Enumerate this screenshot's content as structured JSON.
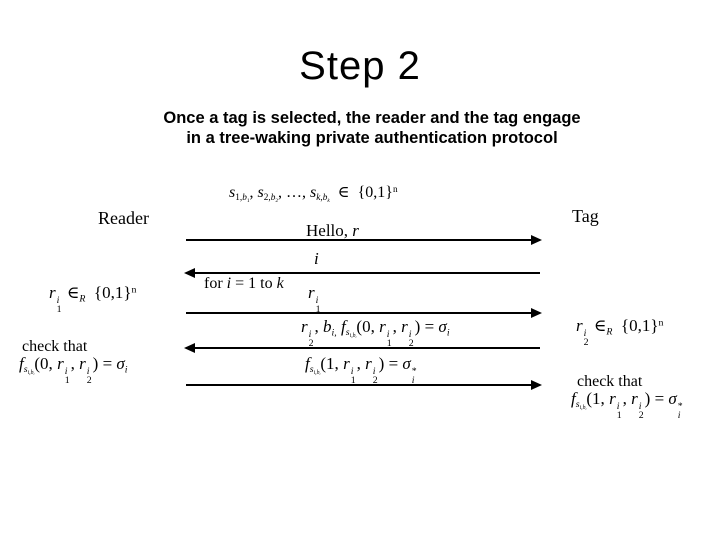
{
  "colors": {
    "background": "#ffffff",
    "text": "#000000"
  },
  "slide": {
    "title": "Step 2",
    "subtitle": [
      "Once a tag is selected, the reader and the tag engage",
      "in a tree-waking private authentication protocol"
    ]
  },
  "protocol": {
    "reader_label": "Reader",
    "tag_label": "Tag",
    "setup": [
      {
        "i": "s"
      },
      {
        "sub": [
          {
            "t": "1,"
          },
          {
            "i": "b"
          },
          {
            "sub": [
              {
                "t": "1"
              }
            ]
          }
        ]
      },
      {
        "t": ", "
      },
      {
        "i": "s"
      },
      {
        "sub": [
          {
            "t": "2,"
          },
          {
            "i": "b"
          },
          {
            "sub": [
              {
                "t": "2"
              }
            ]
          }
        ]
      },
      {
        "t": ", …, "
      },
      {
        "i": "s"
      },
      {
        "sub": [
          {
            "i": "k"
          },
          {
            "t": ","
          },
          {
            "i": "b"
          },
          {
            "sub": [
              {
                "i": "k"
              }
            ]
          }
        ]
      },
      {
        "t": "  ∈  {0,1}"
      },
      {
        "sup": [
          {
            "t": "n"
          }
        ]
      }
    ],
    "loop_label": [
      {
        "t": "for "
      },
      {
        "i": "i"
      },
      {
        "t": " = 1 to "
      },
      {
        "i": "k"
      }
    ],
    "messages": [
      {
        "direction": "right",
        "label": [
          {
            "t": "Hello, "
          },
          {
            "i": "r"
          }
        ]
      },
      {
        "direction": "left",
        "label": [
          {
            "i": "i"
          }
        ]
      },
      {
        "direction": "right",
        "label": [
          {
            "i": "r"
          },
          {
            "stk": {
              "up": [
                {
                  "i": "i"
                }
              ],
              "dn": [
                {
                  "t": "1"
                }
              ]
            }
          }
        ]
      },
      {
        "direction": "left",
        "label": [
          {
            "i": "r"
          },
          {
            "stk": {
              "up": [
                {
                  "i": "i"
                }
              ],
              "dn": [
                {
                  "t": "2"
                }
              ]
            }
          },
          {
            "t": ", "
          },
          {
            "i": "b"
          },
          {
            "sub": [
              {
                "i": "i"
              },
              {
                "t": ","
              }
            ]
          },
          {
            "t": " "
          },
          {
            "i": "f"
          },
          {
            "sub": [
              {
                "i": "s"
              },
              {
                "sub": [
                  {
                    "i": "i"
                  },
                  {
                    "t": ","
                  },
                  {
                    "i": "b"
                  },
                  {
                    "sub": [
                      {
                        "i": "i"
                      }
                    ]
                  }
                ]
              }
            ]
          },
          {
            "t": "(0, "
          },
          {
            "i": "r"
          },
          {
            "stk": {
              "up": [
                {
                  "i": "i"
                }
              ],
              "dn": [
                {
                  "t": "1"
                }
              ]
            }
          },
          {
            "t": ", "
          },
          {
            "i": "r"
          },
          {
            "stk": {
              "up": [
                {
                  "i": "i"
                }
              ],
              "dn": [
                {
                  "t": "2"
                }
              ]
            }
          },
          {
            "t": ") = "
          },
          {
            "i": "σ"
          },
          {
            "sub": [
              {
                "i": "i"
              }
            ]
          }
        ]
      },
      {
        "direction": "right",
        "label": [
          {
            "i": "f"
          },
          {
            "sub": [
              {
                "i": "s"
              },
              {
                "sub": [
                  {
                    "i": "i"
                  },
                  {
                    "t": ","
                  },
                  {
                    "i": "b"
                  },
                  {
                    "sub": [
                      {
                        "i": "i"
                      }
                    ]
                  }
                ]
              }
            ]
          },
          {
            "t": "(1, "
          },
          {
            "i": "r"
          },
          {
            "stk": {
              "up": [
                {
                  "i": "i"
                }
              ],
              "dn": [
                {
                  "t": "1"
                }
              ]
            }
          },
          {
            "t": ", "
          },
          {
            "i": "r"
          },
          {
            "stk": {
              "up": [
                {
                  "i": "i"
                }
              ],
              "dn": [
                {
                  "t": "2"
                }
              ]
            }
          },
          {
            "t": ") = "
          },
          {
            "i": "σ"
          },
          {
            "stk": {
              "up": [
                {
                  "t": "*"
                }
              ],
              "dn": [
                {
                  "i": "i"
                }
              ]
            }
          }
        ]
      }
    ],
    "reader": {
      "pick": [
        {
          "i": "r"
        },
        {
          "stk": {
            "up": [
              {
                "i": "i"
              }
            ],
            "dn": [
              {
                "t": "1"
              }
            ]
          }
        },
        {
          "t": " ∈"
        },
        {
          "sub": [
            {
              "i": "R"
            }
          ]
        },
        {
          "t": "  {0,1}"
        },
        {
          "sup": [
            {
              "t": "n"
            }
          ]
        }
      ],
      "check": "check that",
      "verify": [
        {
          "i": "f"
        },
        {
          "sub": [
            {
              "i": "s"
            },
            {
              "sub": [
                {
                  "i": "i"
                },
                {
                  "t": ","
                },
                {
                  "i": "b"
                },
                {
                  "sub": [
                    {
                      "i": "i"
                    }
                  ]
                }
              ]
            }
          ]
        },
        {
          "t": "(0, "
        },
        {
          "i": "r"
        },
        {
          "stk": {
            "up": [
              {
                "i": "i"
              }
            ],
            "dn": [
              {
                "t": "1"
              }
            ]
          }
        },
        {
          "t": ", "
        },
        {
          "i": "r"
        },
        {
          "stk": {
            "up": [
              {
                "i": "i"
              }
            ],
            "dn": [
              {
                "t": "2"
              }
            ]
          }
        },
        {
          "t": ") = "
        },
        {
          "i": "σ"
        },
        {
          "sub": [
            {
              "i": "i"
            }
          ]
        }
      ]
    },
    "tag": {
      "pick": [
        {
          "i": "r"
        },
        {
          "stk": {
            "up": [
              {
                "i": "i"
              }
            ],
            "dn": [
              {
                "t": "2"
              }
            ]
          }
        },
        {
          "t": " ∈"
        },
        {
          "sub": [
            {
              "i": "R"
            }
          ]
        },
        {
          "t": "  {0,1}"
        },
        {
          "sup": [
            {
              "t": "n"
            }
          ]
        }
      ],
      "check": "check that",
      "verify": [
        {
          "i": "f"
        },
        {
          "sub": [
            {
              "i": "s"
            },
            {
              "sub": [
                {
                  "i": "i"
                },
                {
                  "t": ","
                },
                {
                  "i": "b"
                },
                {
                  "sub": [
                    {
                      "i": "i"
                    }
                  ]
                }
              ]
            }
          ]
        },
        {
          "t": "(1, "
        },
        {
          "i": "r"
        },
        {
          "stk": {
            "up": [
              {
                "i": "i"
              }
            ],
            "dn": [
              {
                "t": "1"
              }
            ]
          }
        },
        {
          "t": ", "
        },
        {
          "i": "r"
        },
        {
          "stk": {
            "up": [
              {
                "i": "i"
              }
            ],
            "dn": [
              {
                "t": "2"
              }
            ]
          }
        },
        {
          "t": ") = "
        },
        {
          "i": "σ"
        },
        {
          "stk": {
            "up": [
              {
                "t": "*"
              }
            ],
            "dn": [
              {
                "i": "i"
              }
            ]
          }
        }
      ]
    }
  }
}
